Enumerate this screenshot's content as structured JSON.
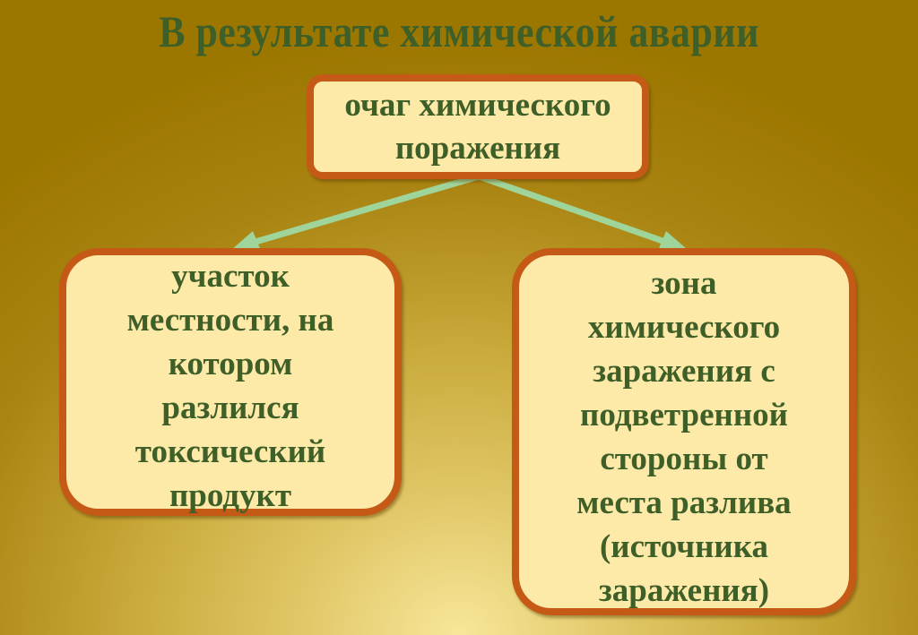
{
  "title": "В результате химической аварии",
  "nodes": {
    "top": "очаг химического\nпоражения",
    "left": "участок\nместности, на\nкотором\nразлился\nтоксический\nпродукт",
    "right": "зона\nхимического\nзаражения с\nподветренной\nстороны от\nместа разлива\n(источника\nзаражения)"
  },
  "colors": {
    "text": "#3f5f29",
    "box_fill": "#fde9a8",
    "box_border": "#c55a16",
    "arrow": "#9fd49a",
    "background": "#9c7700"
  }
}
